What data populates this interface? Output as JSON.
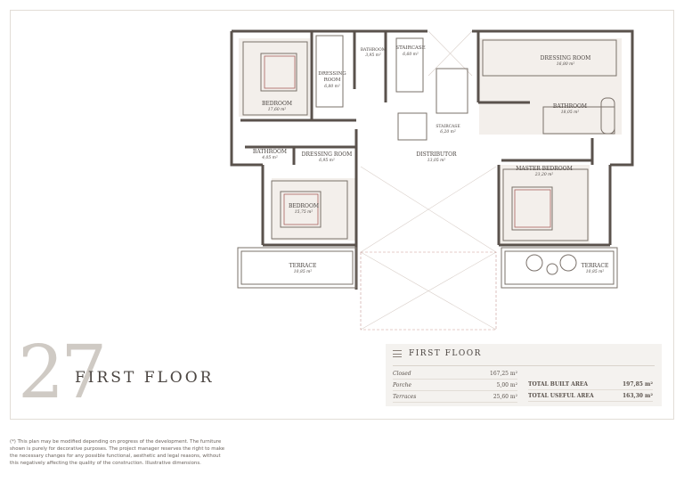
{
  "floor_number": "27",
  "floor_title": "FIRST FLOOR",
  "rooms": {
    "bathroom_small": {
      "name": "BATHROOM",
      "area": "3,95 m²"
    },
    "staircase_top": {
      "name": "STAIRCASE",
      "area": "6,60 m²"
    },
    "dressing_room_1": {
      "name": "DRESSING ROOM",
      "area": "6,80 m²"
    },
    "bedroom_1": {
      "name": "BEDROOM",
      "area": "17,60 m²"
    },
    "dressing_room_2": {
      "name": "DRESSING ROOM",
      "area": "16,80 m²"
    },
    "bathroom_large": {
      "name": "BATHROOM",
      "area": "18,05 m²"
    },
    "staircase_mid": {
      "name": "STAIRCASE",
      "area": "6,20 m²"
    },
    "bathroom_2": {
      "name": "BATHROOM",
      "area": "4,05 m²"
    },
    "dressing_room_3": {
      "name": "DRESSING ROOM",
      "area": "6,95 m²"
    },
    "distributor": {
      "name": "DISTRIBUTOR",
      "area": "13,05 m²"
    },
    "master_bedroom": {
      "name": "MASTER BEDROOM",
      "area": "23,20 m²"
    },
    "bedroom_2": {
      "name": "BEDROOM",
      "area": "15,75 m²"
    },
    "terrace_left": {
      "name": "TERRACE",
      "area": "10,85 m²"
    },
    "terrace_right": {
      "name": "TERRACE",
      "area": "10,85 m²"
    }
  },
  "summary": {
    "title": "FIRST FLOOR",
    "left_rows": [
      {
        "label": "Closed",
        "value": "167,25 m²"
      },
      {
        "label": "Porche",
        "value": "5,00 m²"
      },
      {
        "label": "Terraces",
        "value": "25,60 m²"
      }
    ],
    "right_rows": [
      {
        "label": "TOTAL BUILT AREA",
        "value": "197,85 m²"
      },
      {
        "label": "TOTAL USEFUL AREA",
        "value": "163,30 m²"
      }
    ]
  },
  "disclaimer": "(*) This plan may be modified depending on progress of the development. The furniture shown is purely for decorative purposes. The project manager reserves the right to make the necessary changes for any possible functional, aesthetic and legal reasons, without this negatively affecting the quality of the construction. Illustrative dimensions.",
  "colors": {
    "wall": "#5a524c",
    "accent": "#a8625e",
    "panel": "#f4f2ef",
    "number": "#cfcac4"
  }
}
